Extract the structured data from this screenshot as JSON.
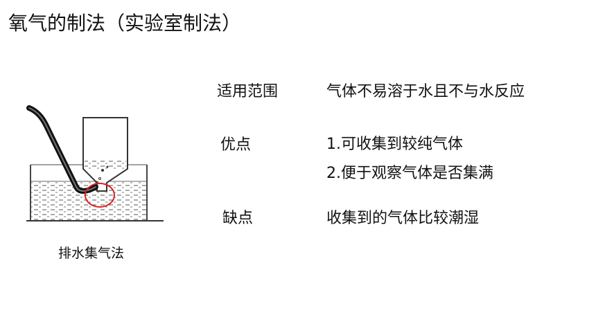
{
  "title": "氧气的制法（实验室制法）",
  "figure": {
    "caption": "排水集气法",
    "icon": "gas-collection-over-water-diagram",
    "highlight_color": "#e01b1b"
  },
  "properties": {
    "range": {
      "label": "适用范围",
      "value": "气体不易溶于水且不与水反应"
    },
    "advantages": {
      "label": "优点",
      "items": [
        "1.可收集到较纯气体",
        "2.便于观察气体是否集满"
      ]
    },
    "disadvantages": {
      "label": "缺点",
      "value": "收集到的气体比较潮湿"
    }
  }
}
